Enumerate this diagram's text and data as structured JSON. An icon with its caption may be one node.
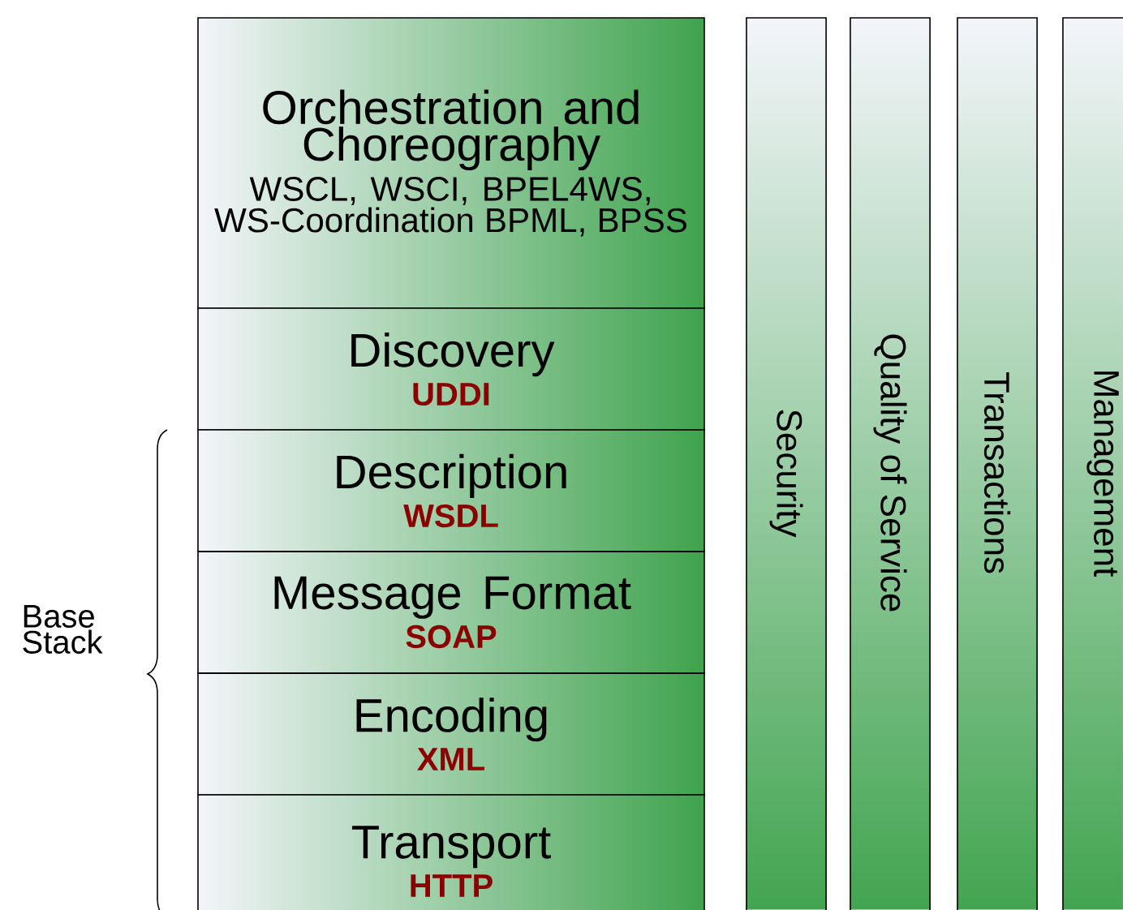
{
  "diagram": {
    "nodes": [
      {
        "text": [
          "Orchestration and Choreography",
          "WSCL, WSCI, BPEL4WS, WS-Coordination BPML, BPSS"
        ]
      },
      {
        "text": [
          "Discovery",
          "UDDI"
        ]
      },
      {
        "text": [
          "Description",
          "WSDL"
        ]
      },
      {
        "text": [
          "Message Format",
          "SOAP"
        ]
      },
      {
        "text": [
          "Encoding",
          "XML"
        ]
      },
      {
        "text": [
          "Transport",
          "HTTP"
        ]
      },
      {
        "text": [
          "Security"
        ]
      },
      {
        "text": [
          "Quality of Service"
        ]
      },
      {
        "text": [
          "Transactions"
        ]
      },
      {
        "text": [
          "Management"
        ]
      }
    ],
    "labels": [
      "Base Stack"
    ]
  }
}
